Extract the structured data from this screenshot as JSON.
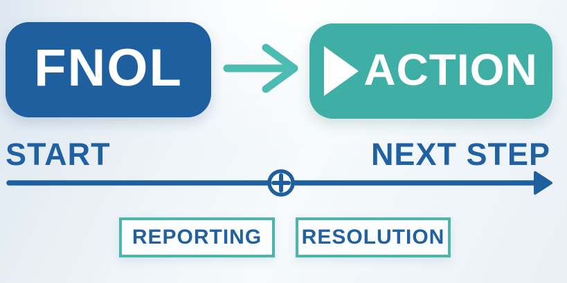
{
  "flow": {
    "fnol": {
      "label": "FNOL"
    },
    "arrow": {
      "icon": "arrow-right"
    },
    "action": {
      "label": "ACTION",
      "icon": "play"
    }
  },
  "timeline": {
    "start_label": "START",
    "next_step_label": "NEXT STEP",
    "marker_icon": "plus-circle"
  },
  "stages": [
    {
      "label": "REPORTING"
    },
    {
      "label": "RESOLUTION"
    }
  ],
  "colors": {
    "primary_blue": "#1e5f9f",
    "teal": "#3fafa5",
    "arrow_teal": "#4cbbb1",
    "outline_teal": "#4ab6ac",
    "text_blue": "#1f61a2",
    "stage_text_blue": "#2161a0",
    "bg_corner": "#dde7f0",
    "bg_base": "#e9f0f6"
  }
}
